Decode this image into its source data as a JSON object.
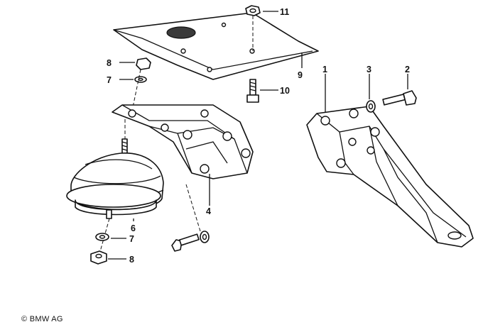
{
  "callouts": {
    "c1": "1",
    "c2": "2",
    "c3": "3",
    "c4": "4",
    "c6": "6",
    "c7a": "7",
    "c7b": "7",
    "c8a": "8",
    "c8b": "8",
    "c9": "9",
    "c10": "10",
    "c11": "11"
  },
  "copyright": "© BMW AG"
}
